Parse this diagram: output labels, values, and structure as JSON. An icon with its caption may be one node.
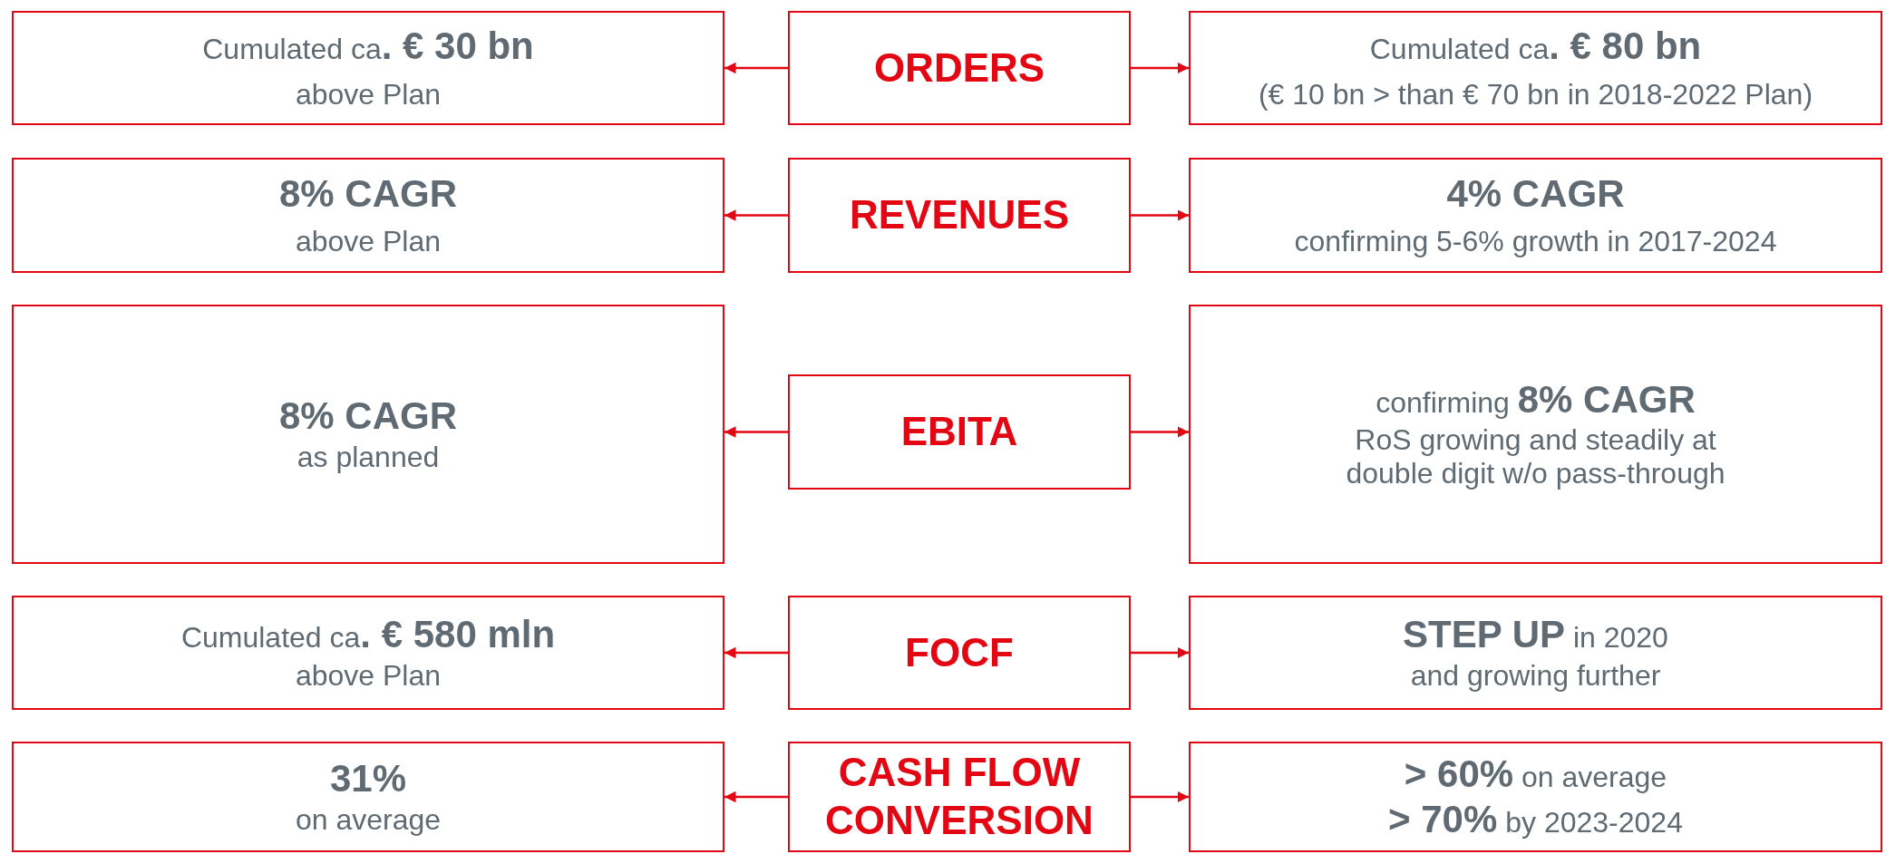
{
  "diagram": {
    "nodes": [
      {
        "text": [
          "Cumulated ca**. € 30 bn**",
          "above Plan"
        ]
      },
      {
        "text": [
          "ORDERS"
        ]
      },
      {
        "text": [
          "Cumulated ca**. € 80 bn**",
          "(€ 10 bn > than € 70 bn in 2018-2022 Plan)"
        ]
      },
      {
        "text": [
          "**8% CAGR**",
          "above Plan"
        ]
      },
      {
        "text": [
          "REVENUES"
        ]
      },
      {
        "text": [
          "**4% CAGR**",
          "confirming 5-6% growth in 2017-2024"
        ]
      },
      {
        "text": [
          "**8% CAGR**",
          "as planned"
        ]
      },
      {
        "text": [
          "EBITA"
        ]
      },
      {
        "text": [
          "confirming **8% CAGR**",
          "RoS growing and steadily at double digit w/o pass-through"
        ]
      },
      {
        "text": [
          "Cumulated ca**. € 580 mln**",
          "above Plan"
        ]
      },
      {
        "text": [
          "FOCF"
        ]
      },
      {
        "text": [
          "**STEP UP** in 2020",
          "and growing further"
        ]
      },
      {
        "text": [
          "**31%**",
          "on average"
        ]
      },
      {
        "text": [
          "CASH FLOW CONVERSION"
        ]
      },
      {
        "text": [
          "**> 60%** on average",
          "**> 70%** by 2023-2024"
        ]
      }
    ],
    "edges": [
      {
        "from": 1,
        "to": 0,
        "arrow": "to"
      },
      {
        "from": 1,
        "to": 2,
        "arrow": "to"
      },
      {
        "from": 4,
        "to": 3,
        "arrow": "to"
      },
      {
        "from": 4,
        "to": 5,
        "arrow": "to"
      },
      {
        "from": 7,
        "to": 6,
        "arrow": "to"
      },
      {
        "from": 7,
        "to": 8,
        "arrow": "to"
      },
      {
        "from": 10,
        "to": 9,
        "arrow": "to"
      },
      {
        "from": 10,
        "to": 11,
        "arrow": "to"
      },
      {
        "from": 13,
        "to": 12,
        "arrow": "to"
      },
      {
        "from": 13,
        "to": 14,
        "arrow": "to"
      }
    ]
  }
}
